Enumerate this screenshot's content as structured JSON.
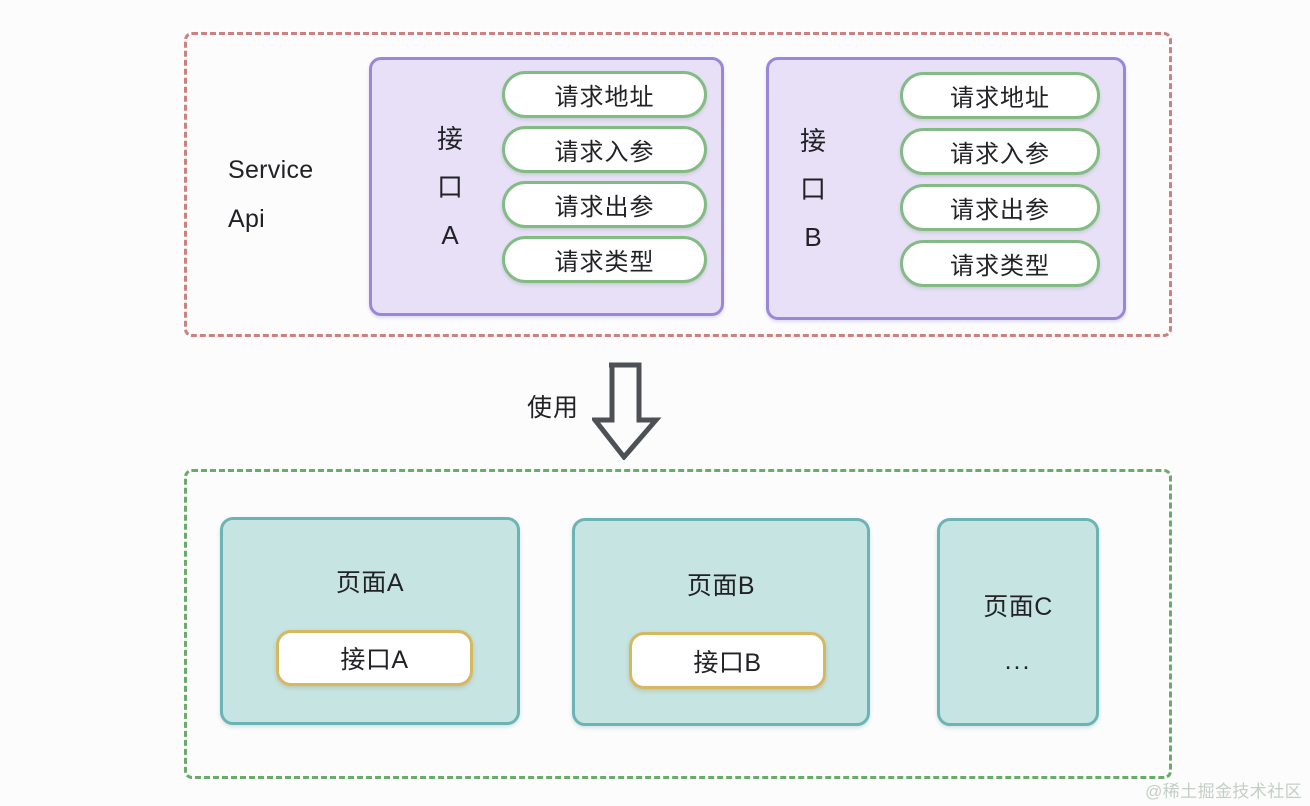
{
  "background_color": "#fcfcfd",
  "service_group": {
    "name": "Service Api group",
    "border_color": "#cd8080",
    "border_style": "dashed",
    "label_lines": [
      "Service",
      "Api"
    ],
    "interfaces": [
      {
        "id": "A",
        "vertical_label_chars": [
          "接",
          "口",
          "A"
        ],
        "fill_color": "#e7e0f7",
        "border_color": "#9b86d9",
        "fields": [
          {
            "label": "请求地址"
          },
          {
            "label": "请求入参"
          },
          {
            "label": "请求出参"
          },
          {
            "label": "请求类型"
          }
        ]
      },
      {
        "id": "B",
        "vertical_label_chars": [
          "接",
          "口",
          "B"
        ],
        "fill_color": "#e7e0f7",
        "border_color": "#9b86d9",
        "fields": [
          {
            "label": "请求地址"
          },
          {
            "label": "请求入参"
          },
          {
            "label": "请求出参"
          },
          {
            "label": "请求类型"
          }
        ]
      }
    ],
    "field_pill_border_color": "#82bc82",
    "field_pill_fill_color": "#ffffff"
  },
  "connector": {
    "label": "使用",
    "arrow_direction": "down",
    "arrow_stroke_color": "#4d5156"
  },
  "pages_group": {
    "name": "Pages group",
    "border_color": "#69ab69",
    "border_style": "dashed",
    "card_fill_color": "#c6e4e2",
    "card_border_color": "#6cb4b4",
    "api_pill_border_color": "#d5b85f",
    "api_pill_fill_color": "#ffffff",
    "pages": [
      {
        "title": "页面A",
        "api": "接口A",
        "ellipsis": ""
      },
      {
        "title": "页面B",
        "api": "接口B",
        "ellipsis": ""
      },
      {
        "title": "页面C",
        "api": "",
        "ellipsis": "..."
      }
    ]
  },
  "watermark": {
    "text": "@稀土掘金技术社区"
  }
}
